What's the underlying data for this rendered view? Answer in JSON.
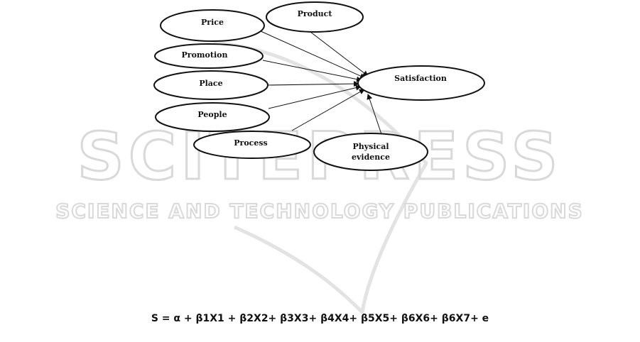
{
  "watermark": {
    "main": "SCITEPRESS",
    "sub": "SCIENCE AND TECHNOLOGY PUBLICATIONS"
  },
  "nodes": {
    "product": {
      "label": "Product"
    },
    "price": {
      "label": "Price"
    },
    "promotion": {
      "label": "Promotion"
    },
    "place": {
      "label": "Place"
    },
    "people": {
      "label": "People"
    },
    "process": {
      "label": "Process"
    },
    "physical_evidence": {
      "label_line1": "Physical",
      "label_line2": "evidence"
    },
    "satisfaction": {
      "label": "Satisfaction"
    }
  },
  "edges": [
    {
      "from": "product",
      "to": "satisfaction"
    },
    {
      "from": "price",
      "to": "satisfaction"
    },
    {
      "from": "promotion",
      "to": "satisfaction"
    },
    {
      "from": "place",
      "to": "satisfaction"
    },
    {
      "from": "people",
      "to": "satisfaction"
    },
    {
      "from": "process",
      "to": "satisfaction"
    },
    {
      "from": "physical_evidence",
      "to": "satisfaction"
    }
  ],
  "equation": "S = α + β1X1 + β2X2+ β3X3+ β4X4+ β5X5+ β6X6+ β6X7+ e",
  "colors": {
    "stroke": "#111111",
    "watermark": "#d9d9d9",
    "background": "#ffffff"
  }
}
